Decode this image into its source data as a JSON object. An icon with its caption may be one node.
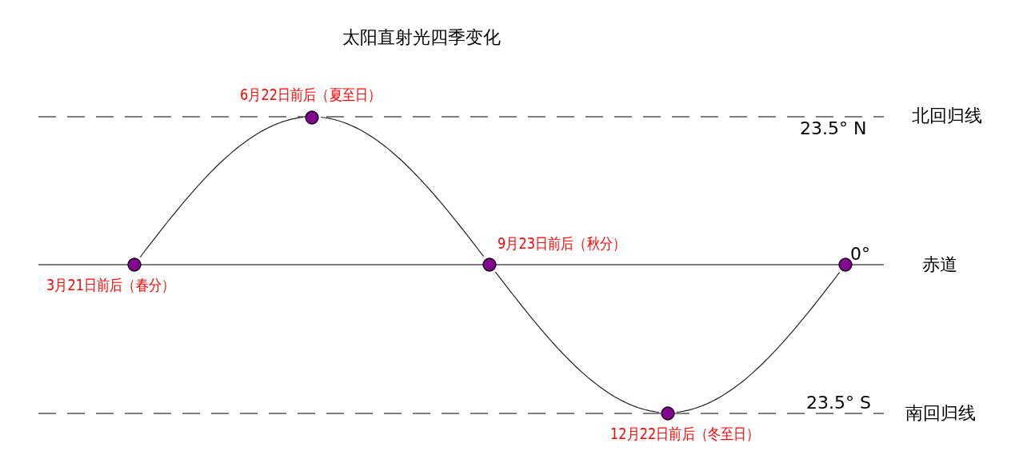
{
  "diagram": {
    "title": "太阳直射光四季变化",
    "nodes": [
      {
        "text": [],
        "shape": "circle",
        "beside": [
          "3月21日前后（春分）"
        ]
      },
      {
        "text": [],
        "shape": "circle",
        "beside": [
          "6月22日前后（夏至日）"
        ]
      },
      {
        "text": [],
        "shape": "circle",
        "beside": [
          "9月23日前后（秋分）"
        ]
      },
      {
        "text": [],
        "shape": "circle",
        "beside": [
          "12月22日前后（冬至日）"
        ]
      },
      {
        "text": [],
        "shape": "circle",
        "beside": [
          "0°"
        ]
      }
    ],
    "edges": [
      {
        "from": 0,
        "to": 1,
        "arrow": "none"
      },
      {
        "from": 1,
        "to": 2,
        "arrow": "none"
      },
      {
        "from": 2,
        "to": 3,
        "arrow": "none"
      },
      {
        "from": 3,
        "to": 4,
        "arrow": "none"
      }
    ],
    "labels": [
      "北回归线",
      "23.5° N",
      "赤道",
      "南回归线",
      "23.5° S"
    ]
  }
}
